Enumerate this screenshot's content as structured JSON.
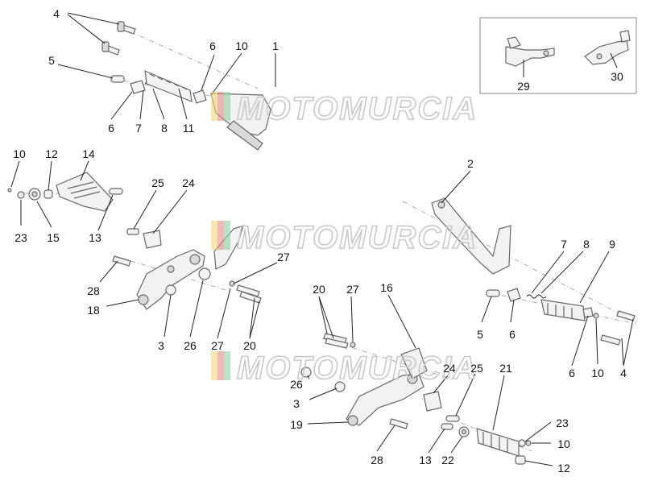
{
  "watermark": {
    "brand": "MOTOMURCIA"
  },
  "callouts": [
    {
      "id": "c4a",
      "text": "4"
    },
    {
      "id": "c5a",
      "text": "5"
    },
    {
      "id": "c6a",
      "text": "6"
    },
    {
      "id": "c10a",
      "text": "10"
    },
    {
      "id": "c1",
      "text": "1"
    },
    {
      "id": "c6b",
      "text": "6"
    },
    {
      "id": "c7a",
      "text": "7"
    },
    {
      "id": "c8a",
      "text": "8"
    },
    {
      "id": "c11",
      "text": "11"
    },
    {
      "id": "c29",
      "text": "29"
    },
    {
      "id": "c30",
      "text": "30"
    },
    {
      "id": "c10b",
      "text": "10"
    },
    {
      "id": "c12a",
      "text": "12"
    },
    {
      "id": "c14",
      "text": "14"
    },
    {
      "id": "c23a",
      "text": "23"
    },
    {
      "id": "c15",
      "text": "15"
    },
    {
      "id": "c13a",
      "text": "13"
    },
    {
      "id": "c25a",
      "text": "25"
    },
    {
      "id": "c24a",
      "text": "24"
    },
    {
      "id": "c2",
      "text": "2"
    },
    {
      "id": "c27a",
      "text": "27"
    },
    {
      "id": "c28a",
      "text": "28"
    },
    {
      "id": "c18",
      "text": "18"
    },
    {
      "id": "c3a",
      "text": "3"
    },
    {
      "id": "c26a",
      "text": "26"
    },
    {
      "id": "c27b",
      "text": "27"
    },
    {
      "id": "c20a",
      "text": "20"
    },
    {
      "id": "c20b",
      "text": "20"
    },
    {
      "id": "c27c",
      "text": "27"
    },
    {
      "id": "c16",
      "text": "16"
    },
    {
      "id": "c7b",
      "text": "7"
    },
    {
      "id": "c8b",
      "text": "8"
    },
    {
      "id": "c9",
      "text": "9"
    },
    {
      "id": "c5b",
      "text": "5"
    },
    {
      "id": "c6c",
      "text": "6"
    },
    {
      "id": "c6d",
      "text": "6"
    },
    {
      "id": "c10c",
      "text": "10"
    },
    {
      "id": "c4b",
      "text": "4"
    },
    {
      "id": "c26b",
      "text": "26"
    },
    {
      "id": "c3b",
      "text": "3"
    },
    {
      "id": "c24b",
      "text": "24"
    },
    {
      "id": "c25b",
      "text": "25"
    },
    {
      "id": "c21",
      "text": "21"
    },
    {
      "id": "c19",
      "text": "19"
    },
    {
      "id": "c23b",
      "text": "23"
    },
    {
      "id": "c10d",
      "text": "10"
    },
    {
      "id": "c28b",
      "text": "28"
    },
    {
      "id": "c13b",
      "text": "13"
    },
    {
      "id": "c22",
      "text": "22"
    },
    {
      "id": "c12b",
      "text": "12"
    }
  ]
}
